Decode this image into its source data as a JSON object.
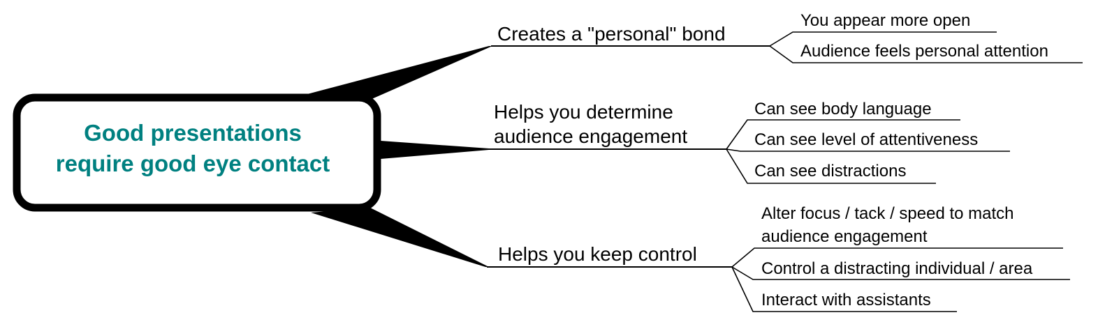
{
  "colors": {
    "central_text": "#008080",
    "lines": "#000000",
    "text": "#000000",
    "background": "#ffffff"
  },
  "central": {
    "lines": [
      "Good presentations",
      "require good eye contact"
    ]
  },
  "branches": [
    {
      "label_lines": [
        "Creates a \"personal\" bond"
      ],
      "children": [
        {
          "lines": [
            "You appear more open"
          ]
        },
        {
          "lines": [
            "Audience feels personal attention"
          ]
        }
      ]
    },
    {
      "label_lines": [
        "Helps you determine",
        "audience engagement"
      ],
      "children": [
        {
          "lines": [
            "Can see body language"
          ]
        },
        {
          "lines": [
            "Can see level of attentiveness"
          ]
        },
        {
          "lines": [
            "Can see distractions"
          ]
        }
      ]
    },
    {
      "label_lines": [
        "Helps you keep control"
      ],
      "children": [
        {
          "lines": [
            "Alter focus / tack / speed to match",
            "audience engagement"
          ]
        },
        {
          "lines": [
            "Control a distracting individual / area"
          ]
        },
        {
          "lines": [
            "Interact with assistants"
          ]
        }
      ]
    }
  ]
}
